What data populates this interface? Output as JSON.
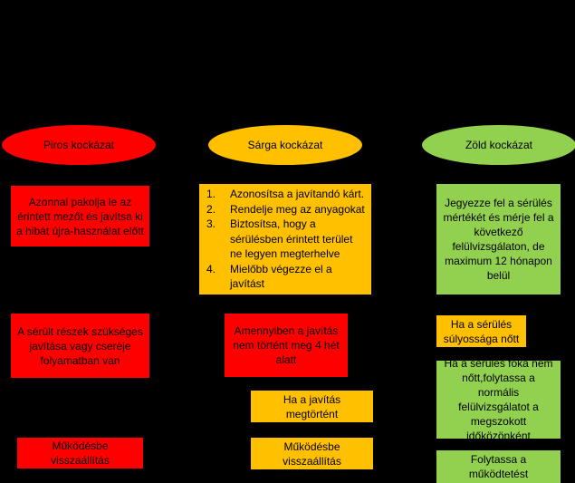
{
  "columns": {
    "red": {
      "title": "Piros kockázat",
      "boxes": [
        "Azonnal pakolja le az érintett mezőt és javítsa ki a hibát újra-használat előtt",
        "A sérült részek szükséges javítása vagy cseréje folyamatban van",
        "Működésbe visszaállítás"
      ]
    },
    "yellow": {
      "title": "Sárga kockázat",
      "steps": [
        {
          "num": "1.",
          "text": "Azonosítsa a javítandó kárt."
        },
        {
          "num": "2.",
          "text": "Rendelje meg az anyagokat"
        },
        {
          "num": "3.",
          "text": "Biztosítsa, hogy a sérülésben érintett terület ne legyen megterhelve"
        },
        {
          "num": "4.",
          "text": "Mielőbb végezze el a javítást"
        }
      ],
      "boxes": [
        "Amennyiben a javítás nem történt meg 4 hét alatt",
        "Ha a javítás megtörtént",
        "Működésbe visszaállítás"
      ]
    },
    "green": {
      "title": "Zöld kockázat",
      "boxes": [
        "Jegyezze fel a sérülés mértékét és mérje fel a következő felülvizsgálaton, de maximum 12 hónapon belül",
        "Ha a sérülés súlyossága nőtt",
        "Ha a sérülés foka nem nőtt,folytassa a normális felülvizsgálatot a megszokott időközönként",
        "Folytassa a működtetést"
      ]
    }
  },
  "colors": {
    "red": "#ff0000",
    "orange": "#ffc000",
    "green": "#92d050",
    "background": "#000000"
  }
}
